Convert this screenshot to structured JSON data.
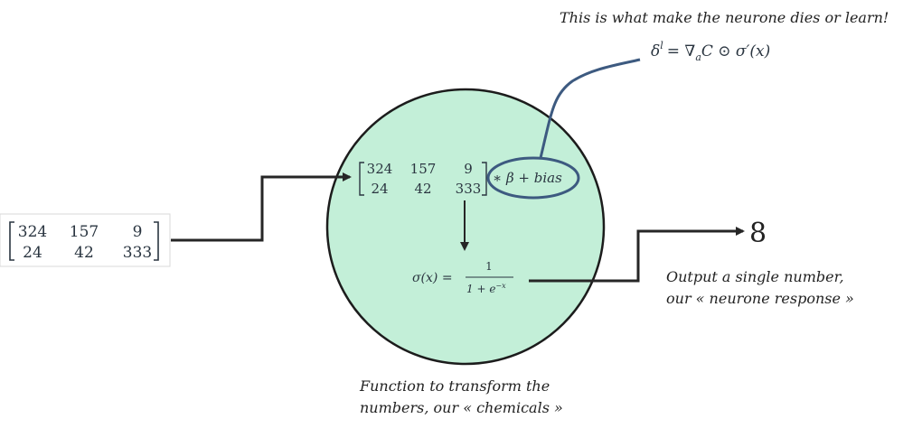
{
  "annotation": {
    "title": "This is what make the neurone dies or learn!",
    "formula": {
      "delta": "δ",
      "superscript": "l",
      "rest": "= ∇",
      "subscript": "a",
      "tail": "C ⊙ σ′(x)"
    }
  },
  "input_matrix": {
    "rows": [
      [
        "324",
        "157",
        "9"
      ],
      [
        "24",
        "42",
        "333"
      ]
    ]
  },
  "inner_matrix": {
    "rows": [
      [
        "324",
        "157",
        "9"
      ],
      [
        "24",
        "42",
        "333"
      ]
    ],
    "operation": "∗ β + bias"
  },
  "sigmoid": {
    "lhs": "σ(x) =",
    "numerator": "1",
    "denominator_base": "1 + e",
    "denominator_exp": "−x"
  },
  "output": {
    "value": "8",
    "caption_line1": "Output a single number,",
    "caption_line2": "our « neurone response »"
  },
  "function_caption": {
    "line1": "Function to transform the",
    "line2": "numbers, our « chemicals »"
  },
  "colors": {
    "neuron_fill": "#c3efd8",
    "neuron_stroke": "#1c1c1c",
    "highlight_stroke": "#3d5a80",
    "connector": "#262626"
  }
}
